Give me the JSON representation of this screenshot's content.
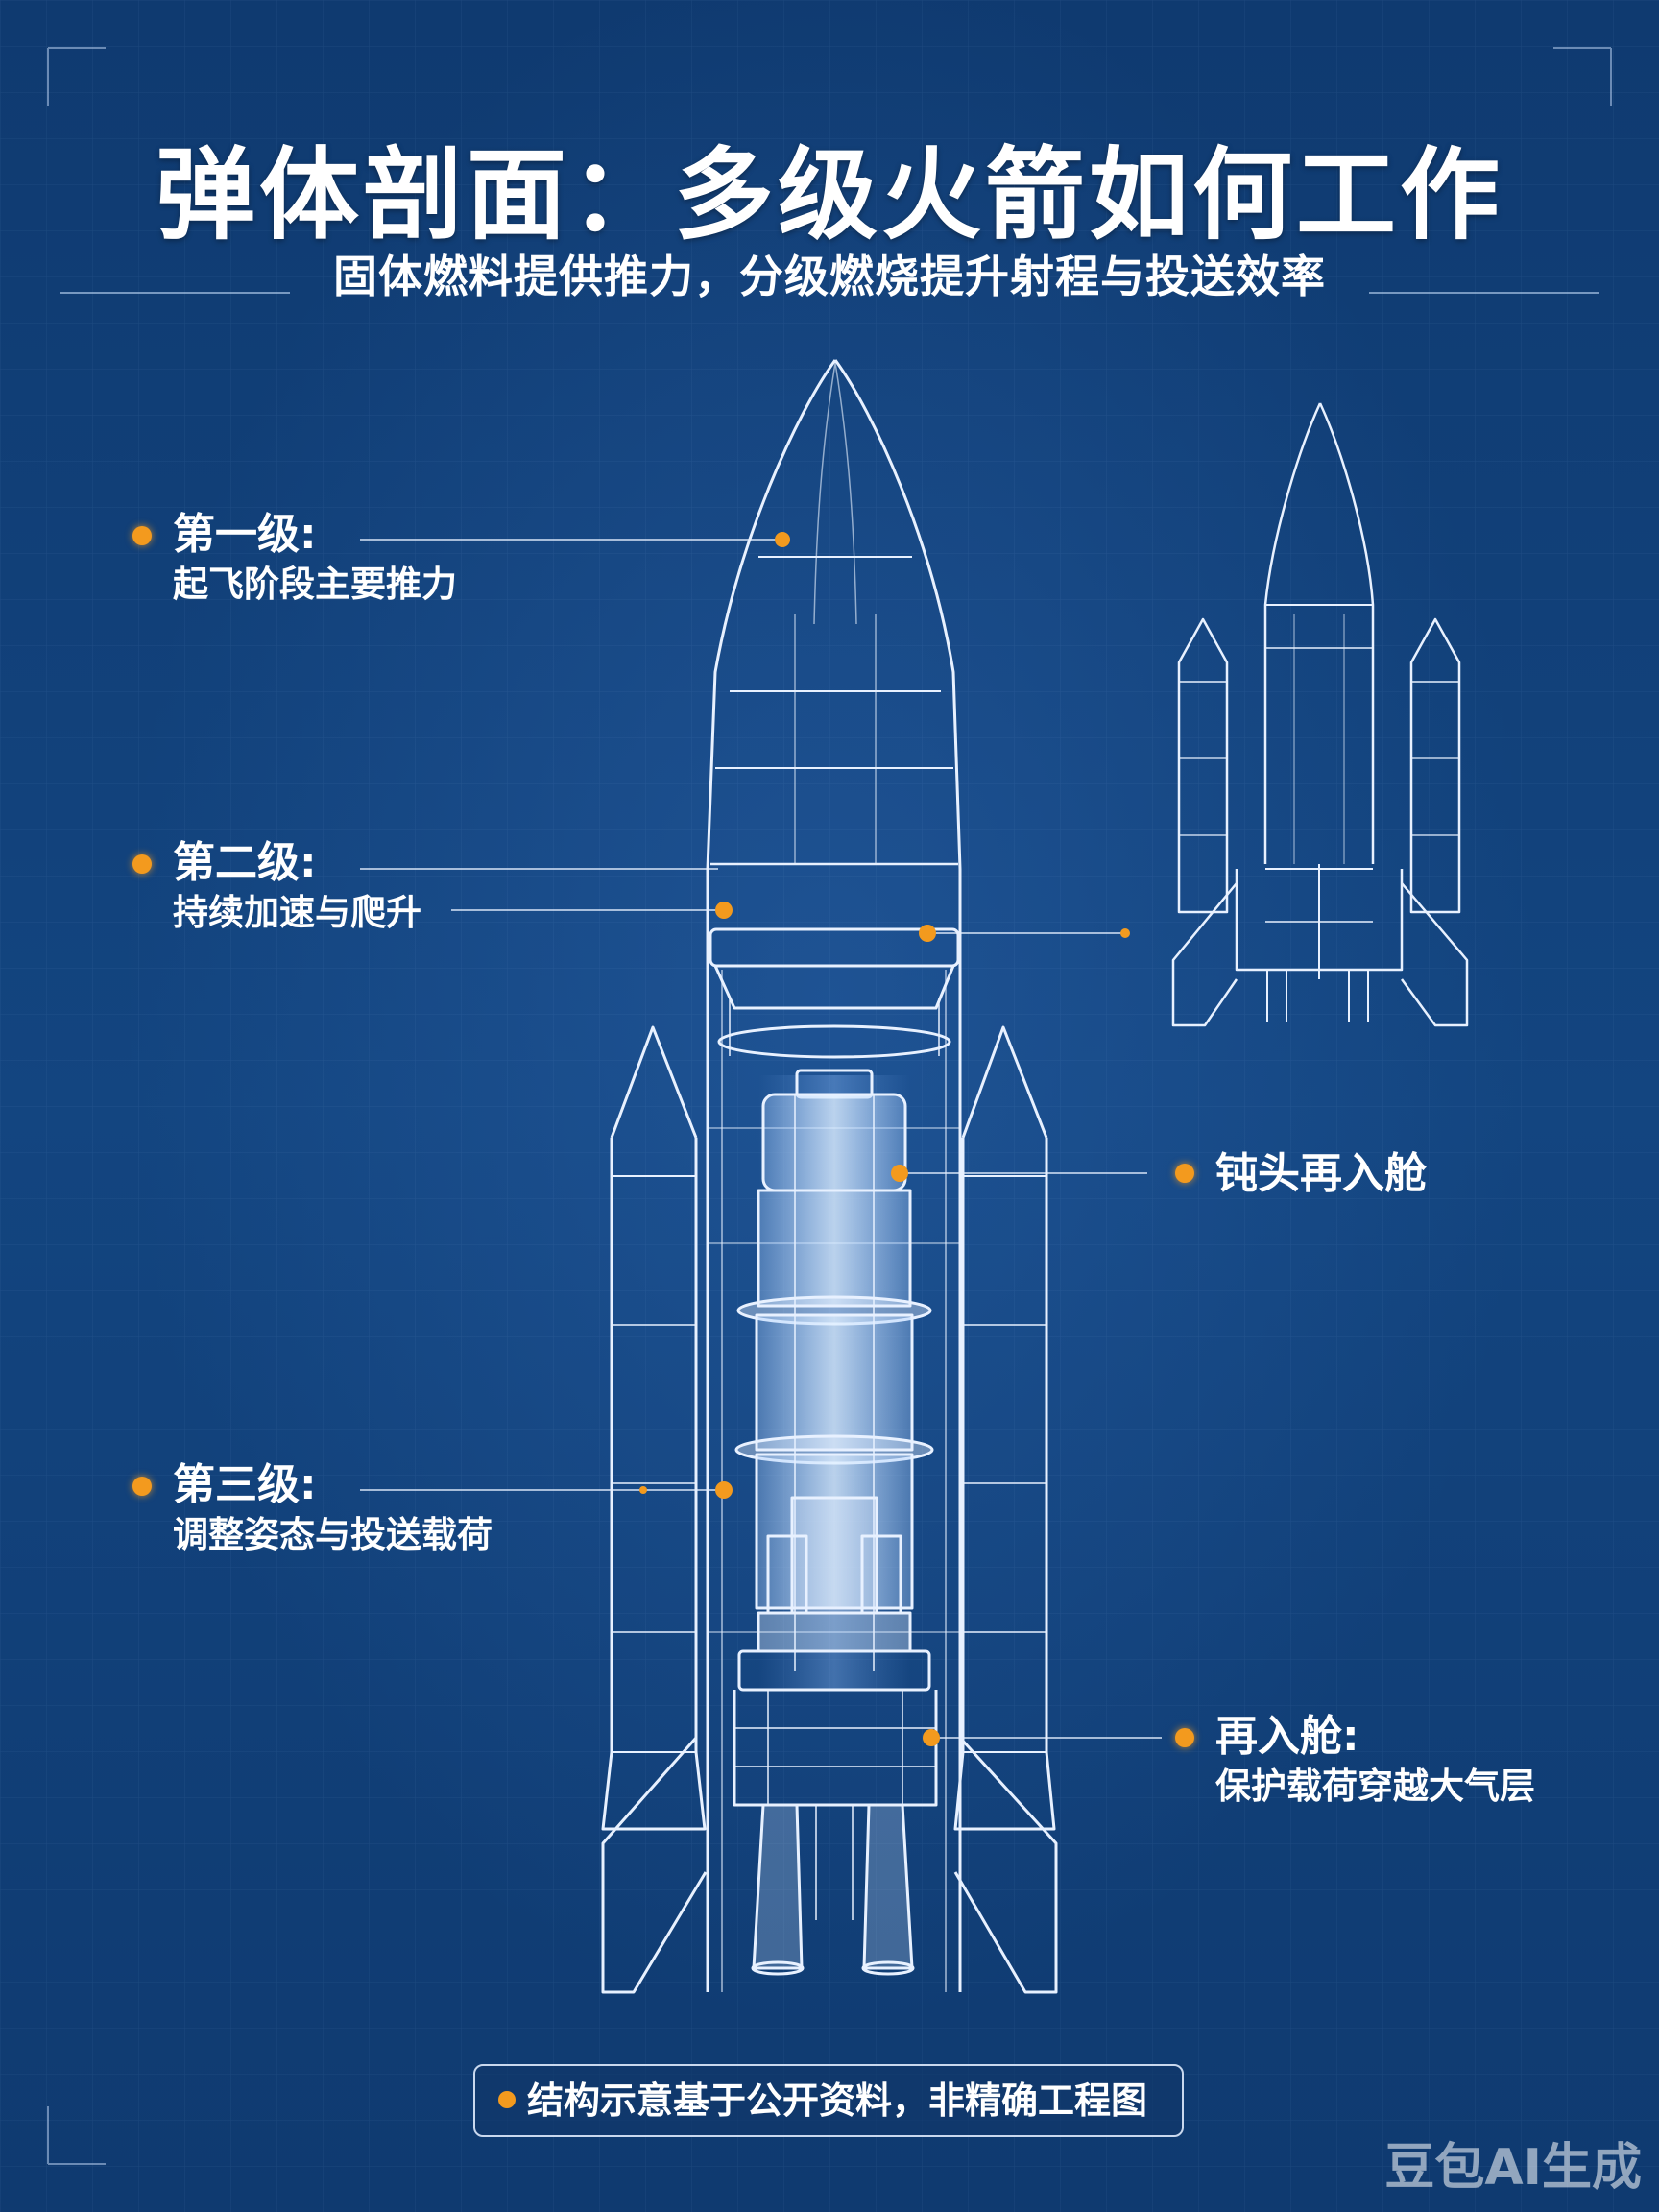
{
  "title": "弹体剖面：多级火箭如何工作",
  "subtitle": "固体燃料提供推力，分级燃烧提升射程与投送效率",
  "labels": {
    "stage1": {
      "title": "第一级:",
      "desc": "起飞阶段主要推力"
    },
    "stage2": {
      "title": "第二级:",
      "desc": "持续加速与爬升"
    },
    "stage3": {
      "title": "第三级:",
      "desc": "调整姿态与投送载荷"
    },
    "blunt_reentry": {
      "title": "钝头再入舱"
    },
    "reentry": {
      "title": "再入舱:",
      "desc": "保护载荷穿越大气层"
    }
  },
  "footnote": "结构示意基于公开资料，非精确工程图",
  "watermark": "豆包AI生成",
  "colors": {
    "background": "#123f78",
    "line": "#e8f1ff",
    "accent": "#f39a1e"
  }
}
